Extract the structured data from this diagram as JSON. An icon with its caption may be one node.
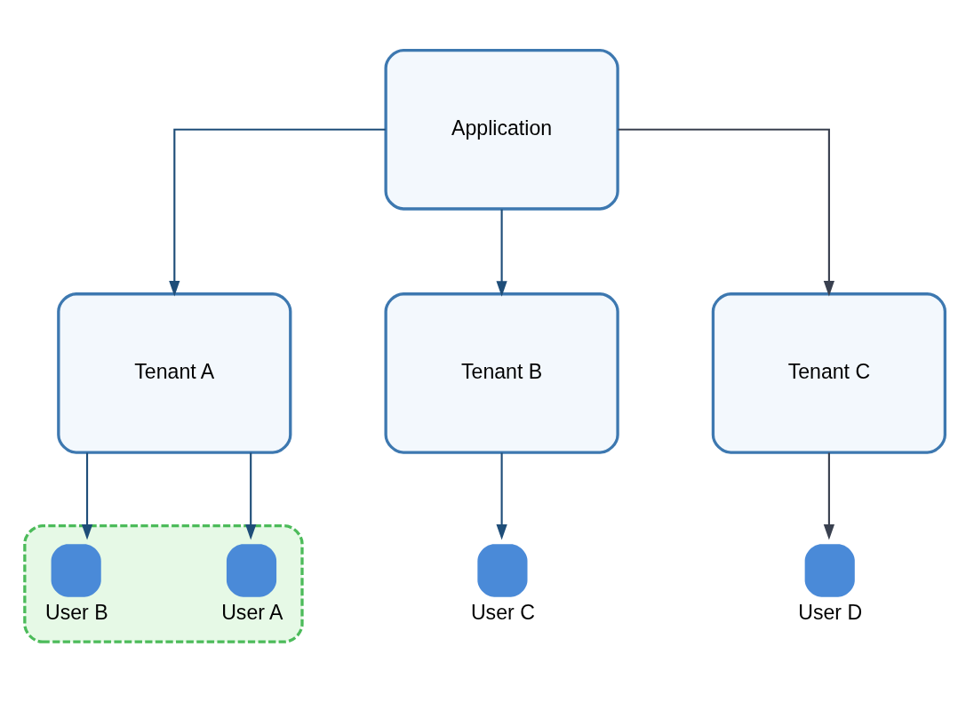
{
  "diagram": {
    "nodes": [
      {
        "text": [
          "Application"
        ]
      },
      {
        "text": [
          "Tenant A"
        ]
      },
      {
        "text": [
          "Tenant B"
        ]
      },
      {
        "text": [
          "Tenant C"
        ]
      },
      {
        "text": [],
        "shape": "box"
      },
      {
        "text": [
          "User A"
        ],
        "in": 4
      },
      {
        "text": [
          "User B"
        ],
        "in": 4
      },
      {
        "text": [
          "User C"
        ]
      },
      {
        "text": [
          "User D"
        ]
      }
    ],
    "edges": [
      {
        "from": 0,
        "to": 1,
        "arrow": "to"
      },
      {
        "from": 0,
        "to": 2,
        "arrow": "to"
      },
      {
        "from": 0,
        "to": 3,
        "arrow": "to",
        "color": "#3a4150"
      },
      {
        "from": 1,
        "to": 5,
        "arrow": "to"
      },
      {
        "from": 1,
        "to": 6,
        "arrow": "to"
      },
      {
        "from": 2,
        "to": 7,
        "arrow": "to"
      },
      {
        "from": 3,
        "to": 8,
        "arrow": "to",
        "color": "#3a4150"
      }
    ]
  }
}
